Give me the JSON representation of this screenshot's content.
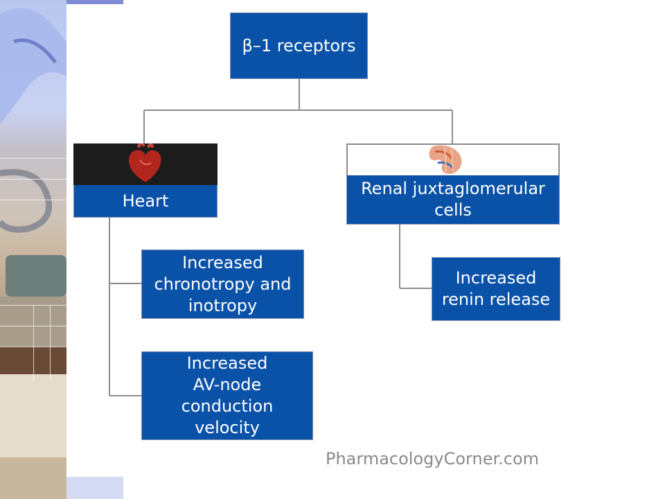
{
  "diagram": {
    "root": {
      "label": "β–1 receptors"
    },
    "branches": [
      {
        "label": "Heart",
        "icon": "heart-icon",
        "effects": [
          {
            "label": "Increased\nchronotropy and\ninotropy"
          },
          {
            "label": "Increased\nAV-node\nconduction\nvelocity"
          }
        ]
      },
      {
        "label": "Renal juxtaglomerular\ncells",
        "icon": "kidney-icon",
        "effects": [
          {
            "label": "Increased\nrenin release"
          }
        ]
      }
    ]
  },
  "watermark": "PharmacologyCorner.com",
  "colors": {
    "box_fill": "#0a52a8",
    "connector": "#8c8c8c",
    "heart_panel": "#1c1c1c"
  }
}
